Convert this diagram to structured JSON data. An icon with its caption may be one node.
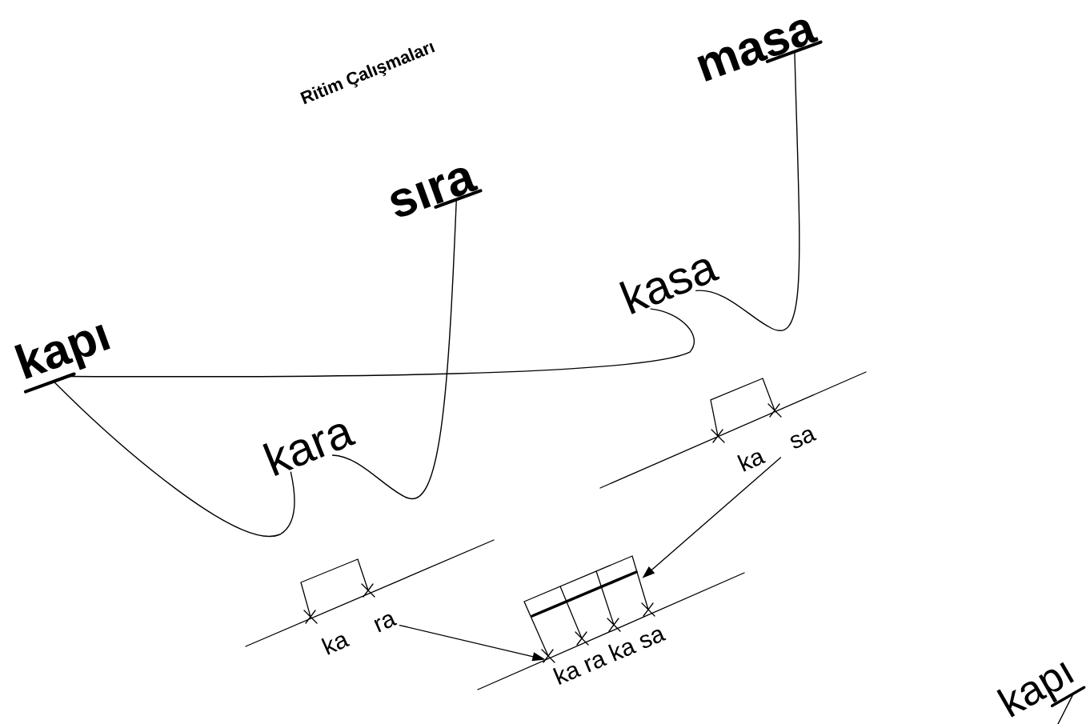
{
  "diagram": {
    "title": "Ritim Çalışmaları",
    "nodes": [
      {
        "text": [
          "masa"
        ]
      },
      {
        "text": [
          "sıra"
        ]
      },
      {
        "text": [
          "kasa"
        ]
      },
      {
        "text": [
          "kapı"
        ]
      },
      {
        "text": [
          "kara"
        ]
      },
      {
        "text": [
          "ka",
          "sa"
        ]
      },
      {
        "text": [
          "ka",
          "ra"
        ]
      },
      {
        "text": [
          "ka ra ka sa"
        ]
      },
      {
        "text": [
          "kapı"
        ]
      }
    ],
    "edges": [
      {
        "from": 0,
        "to": 2,
        "arrow": "none"
      },
      {
        "from": 1,
        "to": 4,
        "arrow": "none"
      },
      {
        "from": 3,
        "to": 4,
        "arrow": "none"
      },
      {
        "from": 3,
        "to": 2,
        "arrow": "none"
      },
      {
        "from": 5,
        "to": 7,
        "arrow": "to"
      },
      {
        "from": 6,
        "to": 7,
        "arrow": "to"
      },
      {
        "from": 8,
        "to": null,
        "arrow": "none"
      }
    ]
  }
}
